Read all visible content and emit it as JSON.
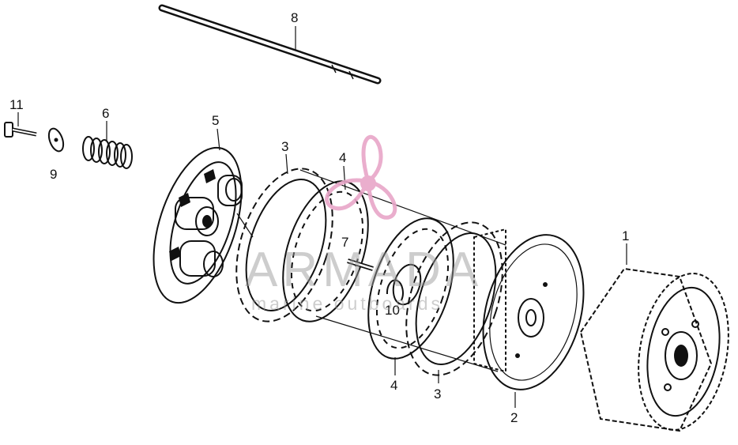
{
  "labels": {
    "l1": "1",
    "l2": "2",
    "l3a": "3",
    "l3b": "3",
    "l4a": "4",
    "l4b": "4",
    "l5": "5",
    "l6": "6",
    "l7": "7",
    "l8": "8",
    "l9": "9",
    "l10": "10",
    "l11": "11"
  },
  "watermark": {
    "title": "ARMADA",
    "subtitle": "marine outboards",
    "color": "#e8a6c8"
  },
  "colors": {
    "ink": "#111111",
    "background": "#ffffff"
  }
}
